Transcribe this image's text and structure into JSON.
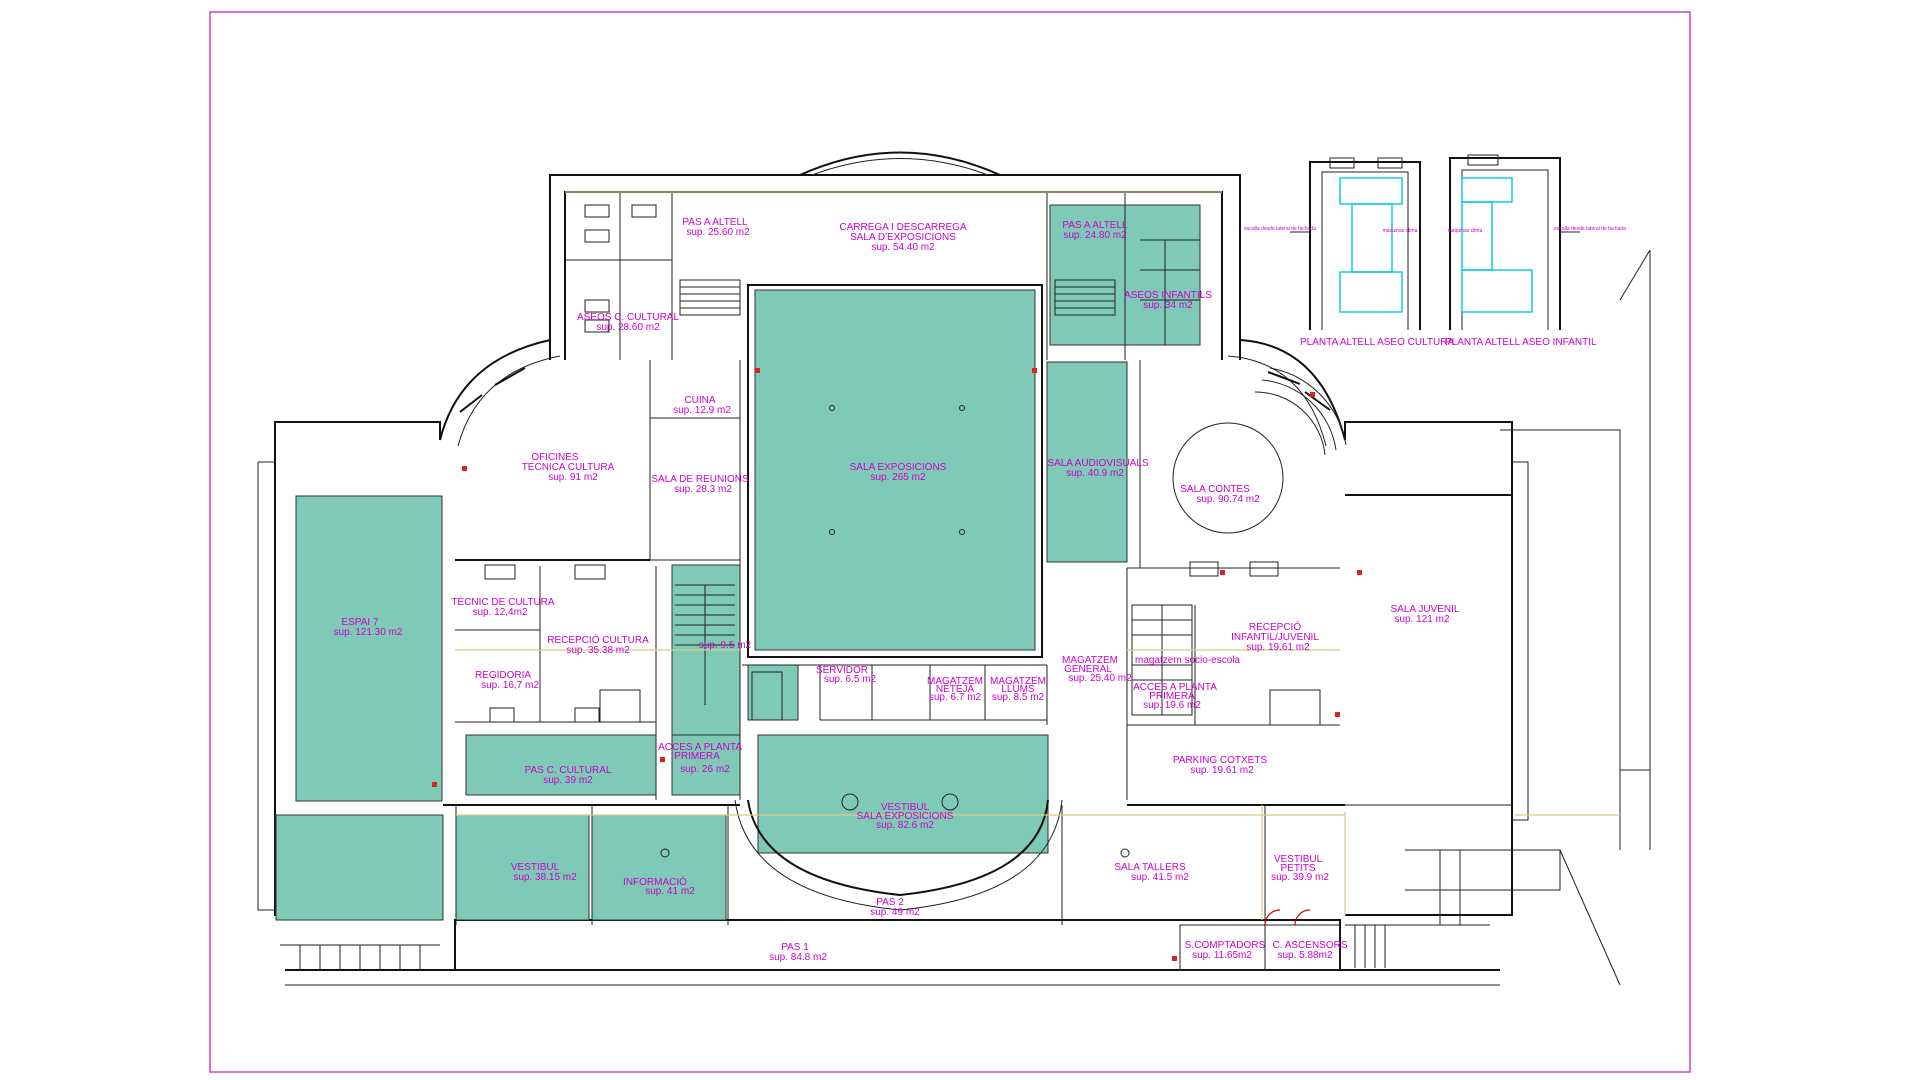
{
  "title": "",
  "colors": {
    "frame": "#cc44cc",
    "label": "#cc00cc",
    "highlight": "#7ecab6",
    "wall": "#111111",
    "accent_line": "#d6c98a",
    "fixture": "#00c8e0",
    "door": "#cc0000"
  },
  "rooms": {
    "pas_altell_1": {
      "name": "PAS A ALTELL",
      "area": "sup. 25.60 m2"
    },
    "carrega": {
      "name": "CARREGA I DESCARREGA",
      "name2": "SALA D'EXPOSICIONS",
      "area": "sup. 54.40 m2"
    },
    "pas_altell_2": {
      "name": "PAS A ALTELL",
      "area": "sup. 24.80 m2"
    },
    "aseos_cultural": {
      "name": "ASEOS C. CULTURAL",
      "area": "sup. 28.60 m2"
    },
    "aseos_infantils": {
      "name": "ASEOS INFANTILS",
      "area": "sup. 34 m2"
    },
    "cuina": {
      "name": "CUINA",
      "area": "sup. 12.9 m2"
    },
    "oficines": {
      "name": "OFICINES",
      "name2": "TECNICA CULTURA",
      "area": "sup. 91 m2"
    },
    "sala_reunions": {
      "name": "SALA DE REUNIONS",
      "area": "sup. 28.3 m2"
    },
    "sala_exposicions": {
      "name": "SALA EXPOSICIONS",
      "area": "sup. 265 m2"
    },
    "sala_audiovisuals": {
      "name": "SALA AUDIOVISUALS",
      "area": "sup. 40.9 m2"
    },
    "sala_contes": {
      "name": "SALA CONTES",
      "area": "sup. 90.74 m2"
    },
    "espai7": {
      "name": "ESPAI 7",
      "area": "sup. 121.30 m2"
    },
    "tecnic_cultura": {
      "name": "TÈCNIC DE CULTURA",
      "area": "sup. 12,4m2"
    },
    "recepcio_cultura": {
      "name": "RECEPCIÓ CULTURA",
      "area": "sup. 35.38 m2"
    },
    "regidoria": {
      "name": "REGIDORIA",
      "area": "sup. 16,7 m2"
    },
    "escala": {
      "name": "",
      "area": "sup. 9.5 m2"
    },
    "servidor": {
      "name": "SERVIDOR",
      "area": "sup. 6.5 m2"
    },
    "magatzem_neteja": {
      "name": "MAGATZEM",
      "name2": "NETEJA",
      "area": "sup. 6.7 m2"
    },
    "magatzem_llums": {
      "name": "MAGATZEM",
      "name2": "LLUMS",
      "area": "sup. 8.5 m2"
    },
    "magatzem_general": {
      "name": "MAGATZEM",
      "name2": "GENERAL",
      "area": "sup. 25.40 m2"
    },
    "magatzem_socio": {
      "name": "magatzem socio-escola"
    },
    "acces_planta_dreta": {
      "name": "ACCES A PLANTA",
      "name2": "PRIMERA",
      "area": "sup. 19.6 m2"
    },
    "recepcio_infantil": {
      "name": "RECEPCIÓ",
      "name2": "INFANTIL/JUVENIL",
      "area": "sup. 19.61 m2"
    },
    "sala_juvenil": {
      "name": "SALA JUVENIL",
      "area": "sup. 121 m2"
    },
    "pas_cultural": {
      "name": "PAS C. CULTURAL",
      "area": "sup. 39 m2"
    },
    "acces_planta_esq": {
      "name": "ACCES A PLANTA",
      "name2": "PRIMERA",
      "area": "sup. 26 m2"
    },
    "vestibul_expo": {
      "name": "VESTIBUL",
      "name2": "SALA EXPOSICIONS",
      "area": "sup. 82.6 m2"
    },
    "parking": {
      "name": "PARKING COTXETS",
      "area": "sup. 19.61 m2"
    },
    "vestibul": {
      "name": "VESTIBUL",
      "area": "sup. 38.15 m2"
    },
    "informacio": {
      "name": "INFORMACIÓ",
      "area": "sup. 41 m2"
    },
    "pas2": {
      "name": "PAS 2",
      "area": "sup. 49 m2"
    },
    "sala_tallers": {
      "name": "SALA TALLERS",
      "area": "sup. 41.5 m2"
    },
    "vestibul_petits": {
      "name": "VESTIBUL",
      "name2": "PETITS",
      "area": "sup. 39.9 m2"
    },
    "comptadors": {
      "name": "S.COMPTADORS",
      "area": "sup. 11.65m2"
    },
    "ascensors": {
      "name": "C. ASCENSORS",
      "area": "sup. 5.88m2"
    },
    "pas1": {
      "name": "PAS 1",
      "area": "sup. 84.8 m2"
    }
  },
  "details": {
    "altell_cultura_title": "PLANTA ALTELL ASEO CULTURA",
    "altell_infantil_title": "PLANTA ALTELL ASEO INFANTIL",
    "maquinas_label": "maquinas clima",
    "lateral_label_1": "escalla desde lateral de fachada",
    "lateral_label_2": "escalla desde lateral de fachada"
  }
}
